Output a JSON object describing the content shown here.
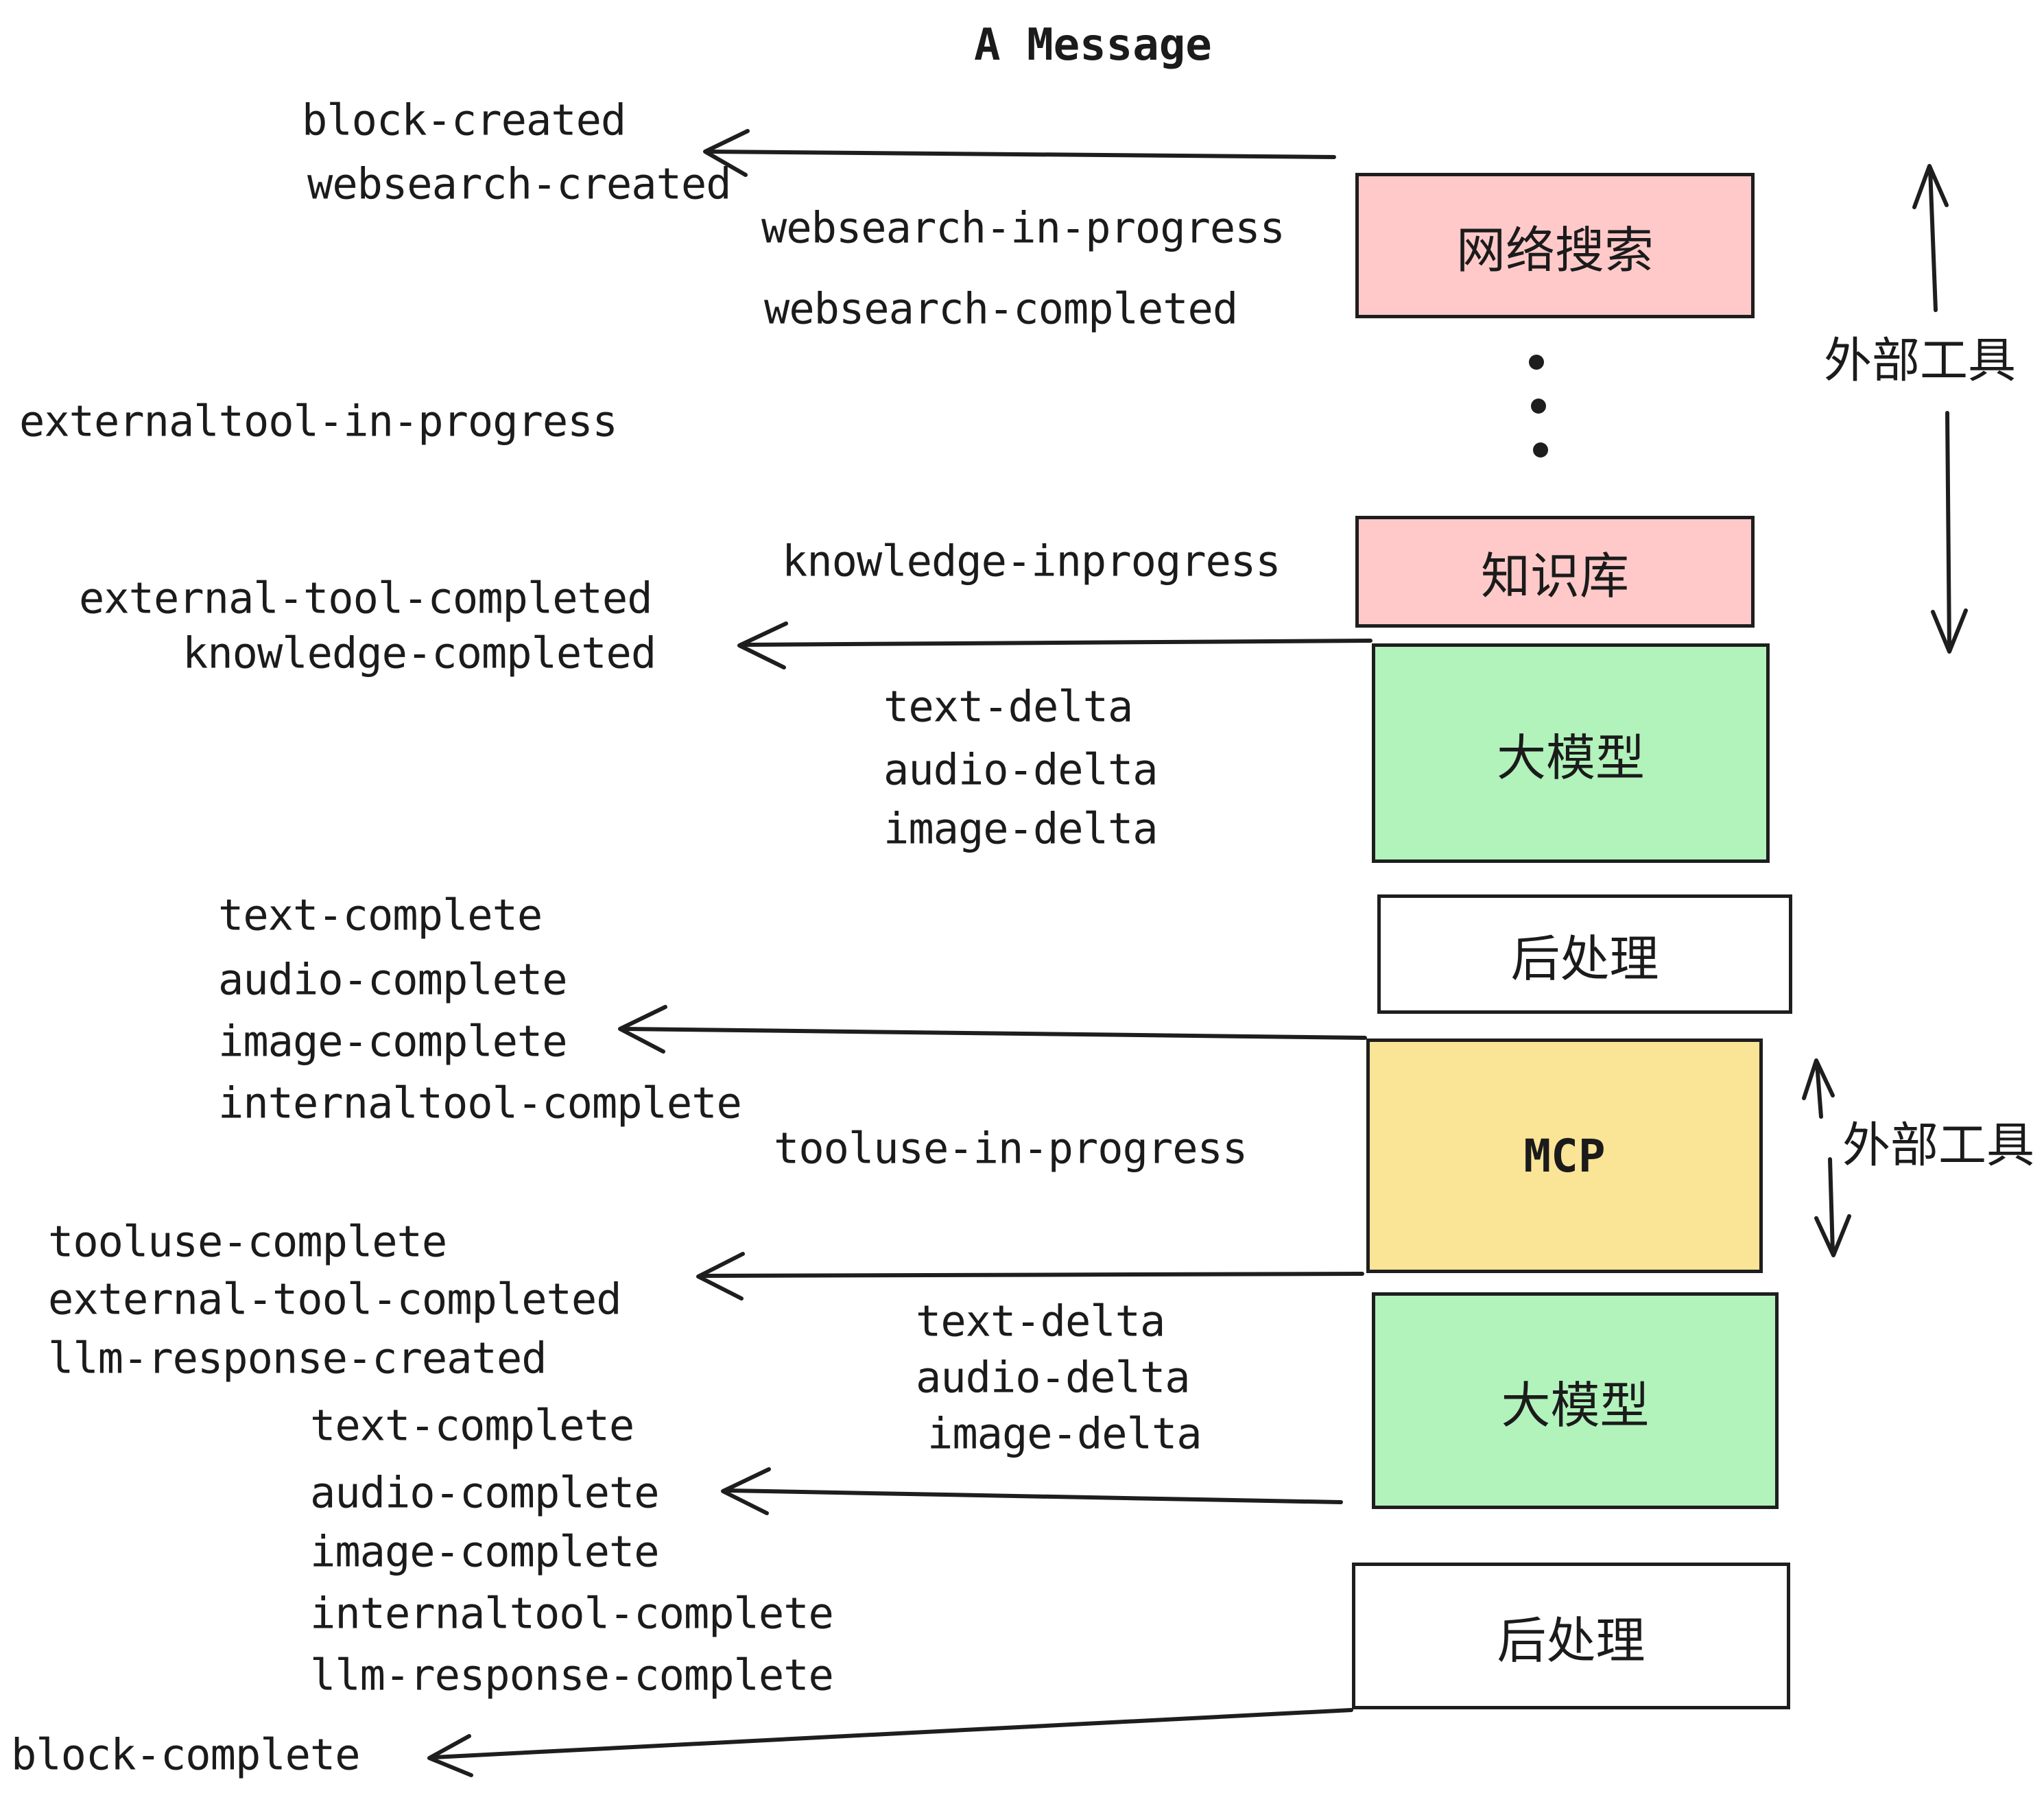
{
  "title": "A Message",
  "colors": {
    "pink": "#ffc9c9",
    "green": "#b2f2bb",
    "yellow": "#fae496",
    "white": "#ffffff",
    "box_border": "#1e1e1e",
    "text": "#1b1b1b",
    "arrow": "#1e1e1e"
  },
  "boxes": [
    {
      "id": "websearch",
      "label": "网络搜索",
      "color": "#ffc9c9"
    },
    {
      "id": "knowledge",
      "label": "知识库",
      "color": "#ffc9c9"
    },
    {
      "id": "llm-1",
      "label": "大模型",
      "color": "#b2f2bb"
    },
    {
      "id": "postprocess-1",
      "label": "后处理",
      "color": "#ffffff"
    },
    {
      "id": "mcp",
      "label": "MCP",
      "color": "#fae496"
    },
    {
      "id": "llm-2",
      "label": "大模型",
      "color": "#b2f2bb"
    },
    {
      "id": "postprocess-2",
      "label": "后处理",
      "color": "#ffffff"
    }
  ],
  "annotations": {
    "external_tools_top": "外部工具",
    "external_tools_bottom": "外部工具"
  },
  "events": {
    "block_created": "block-created",
    "websearch_created": "websearch-created",
    "websearch_in_progress": "websearch-in-progress",
    "websearch_completed": "websearch-completed",
    "externaltool_in_progress": "externaltool-in-progress",
    "knowledge_inprogress": "knowledge-inprogress",
    "external_tool_completed": "external-tool-completed",
    "knowledge_completed": "knowledge-completed",
    "text_delta": "text-delta",
    "audio_delta": "audio-delta",
    "image_delta": "image-delta",
    "text_complete": "text-complete",
    "audio_complete": "audio-complete",
    "image_complete": "image-complete",
    "internaltool_complete": "internaltool-complete",
    "tooluse_in_progress": "tooluse-in-progress",
    "tooluse_complete": "tooluse-complete",
    "llm_response_created": "llm-response-created",
    "llm_response_complete": "llm-response-complete",
    "block_complete": "block-complete"
  }
}
